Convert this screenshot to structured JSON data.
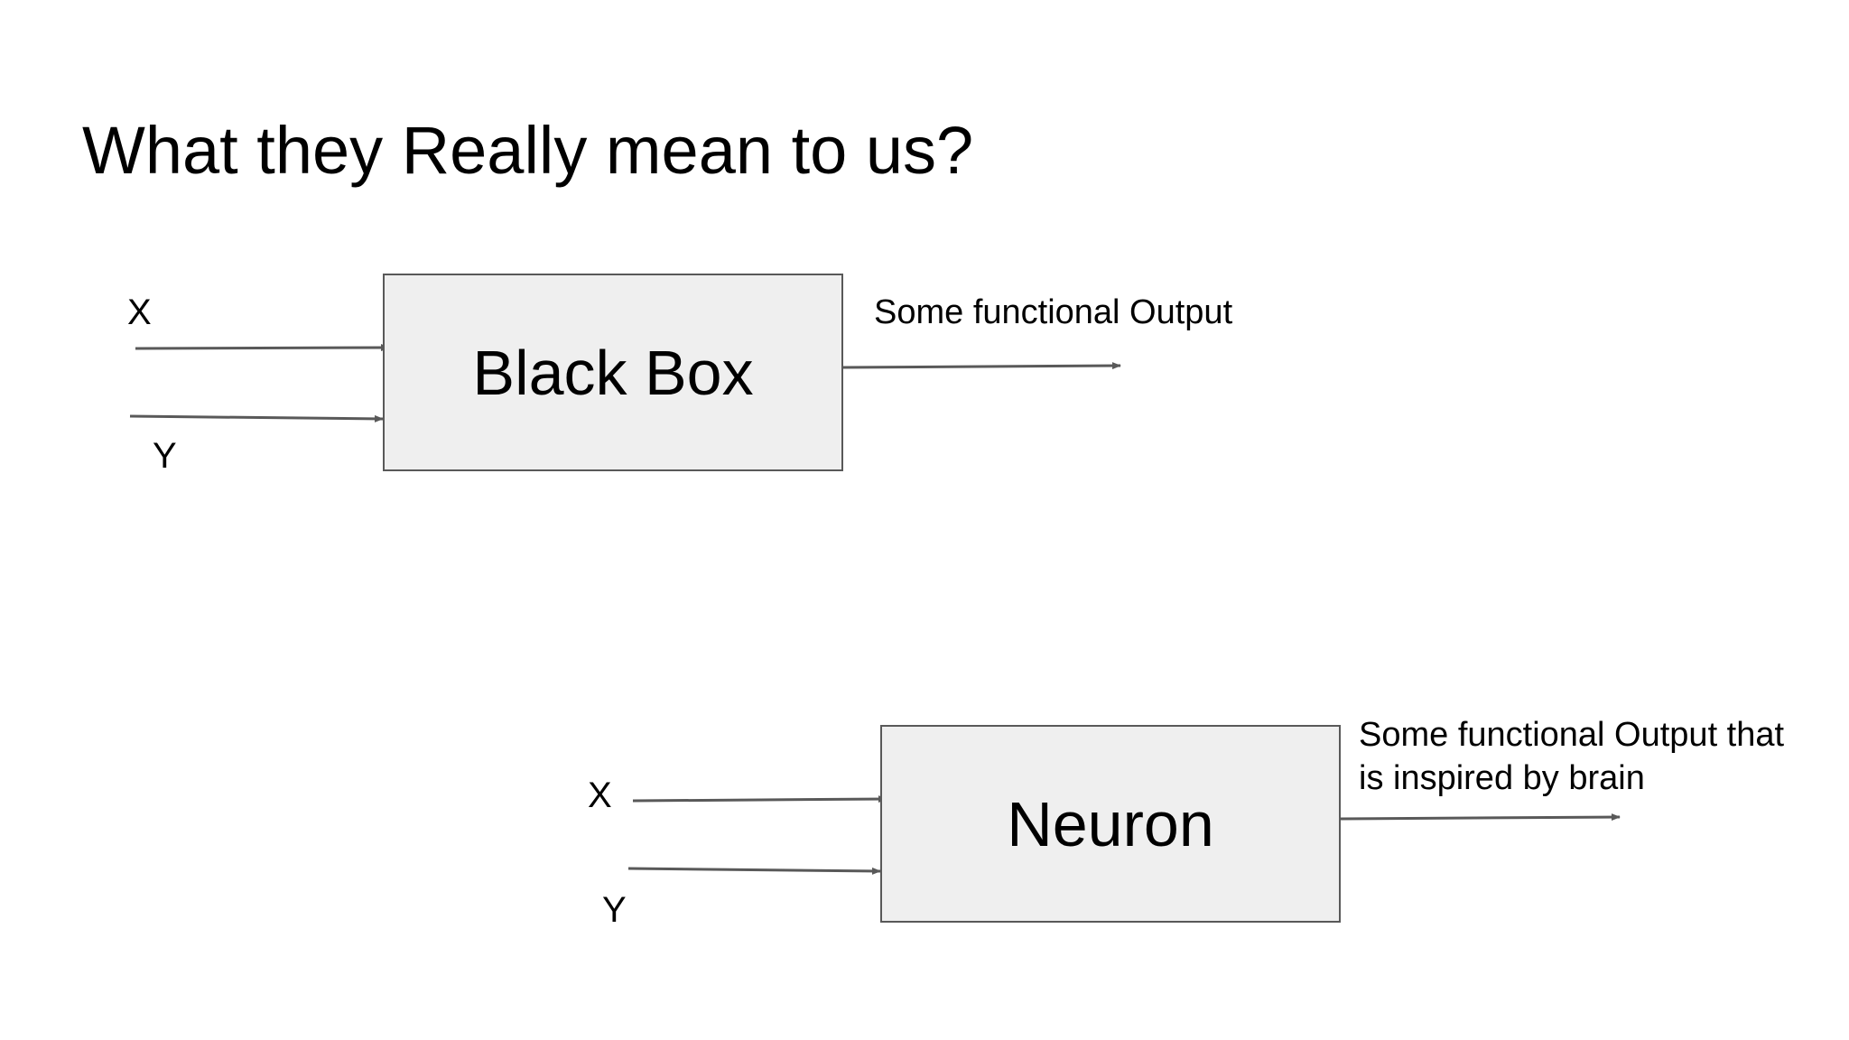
{
  "slide": {
    "title": "What they Really mean to us?"
  },
  "diagram_top": {
    "input_x": "X",
    "input_y": "Y",
    "box_label": "Black Box",
    "output_label": "Some functional Output"
  },
  "diagram_bottom": {
    "input_x": "X",
    "input_y": "Y",
    "box_label": "Neuron",
    "output_label_line1": "Some functional Output that",
    "output_label_line2": "is inspired by brain"
  },
  "colors": {
    "box_fill": "#efefef",
    "box_border": "#595959",
    "arrow": "#595959",
    "text": "#000000"
  }
}
